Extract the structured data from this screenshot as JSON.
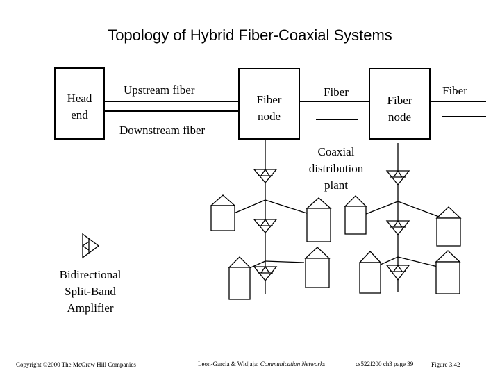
{
  "title": "Topology of Hybrid Fiber-Coaxial Systems",
  "head_end": {
    "line1": "Head",
    "line2": "end"
  },
  "upstream_label": "Upstream fiber",
  "downstream_label": "Downstream fiber",
  "fiber_node_1": {
    "line1": "Fiber",
    "line2": "node"
  },
  "fiber_node_2": {
    "line1": "Fiber",
    "line2": "node"
  },
  "fiber_label_mid": "Fiber",
  "fiber_label_right": "Fiber",
  "coax_label": {
    "line1": "Coaxial",
    "line2": "distribution",
    "line3": "plant"
  },
  "amplifier_legend": {
    "line1": "Bidirectional",
    "line2": "Split-Band",
    "line3": "Amplifier"
  },
  "footer": {
    "copyright": "Copyright ©2000 The McGraw Hill Companies",
    "authors": "Leon-Garcia & Widjaja: ",
    "book": "Communication Networks",
    "course": "cs522f200 ch3 page 39",
    "figure": "Figure 3.42"
  }
}
